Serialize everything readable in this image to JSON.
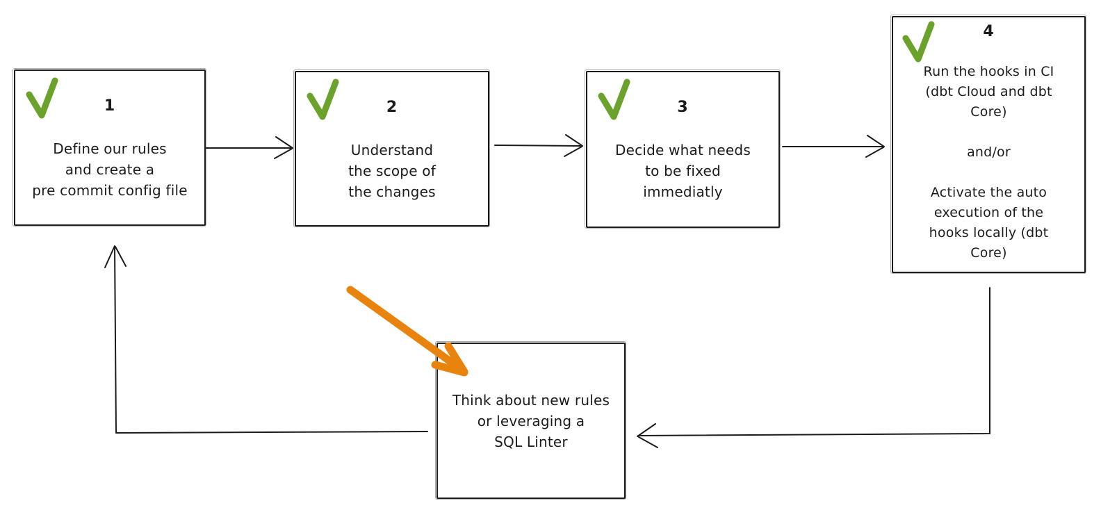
{
  "diagram": {
    "title": "pre-commit workflow flowchart",
    "colors": {
      "ink": "#1b1b1b",
      "check_green": "#6aa22c",
      "arrow_orange": "#e8830e",
      "background": "#ffffff"
    },
    "boxes": [
      {
        "number": "1",
        "checked": true,
        "text": "Define our rules\nand create a\npre commit config file"
      },
      {
        "number": "2",
        "checked": true,
        "text": "Understand\nthe scope of\nthe changes"
      },
      {
        "number": "3",
        "checked": true,
        "text": "Decide what needs\nto be fixed\nimmediatly"
      },
      {
        "number": "4",
        "checked": true,
        "text": "Run the hooks in CI\n(dbt Cloud and dbt\nCore)\n\nand/or\n\nActivate the auto\nexecution of the\nhooks locally (dbt\nCore)"
      },
      {
        "number": "",
        "checked": false,
        "text": "Think about new rules\nor leveraging a\nSQL Linter"
      }
    ],
    "connections": [
      {
        "from": "step-1",
        "to": "step-2"
      },
      {
        "from": "step-2",
        "to": "step-3"
      },
      {
        "from": "step-3",
        "to": "step-4"
      },
      {
        "from": "step-4",
        "to": "feedback-box"
      },
      {
        "from": "feedback-box",
        "to": "step-1"
      },
      {
        "from": "orange-annotation",
        "to": "feedback-box"
      }
    ]
  }
}
